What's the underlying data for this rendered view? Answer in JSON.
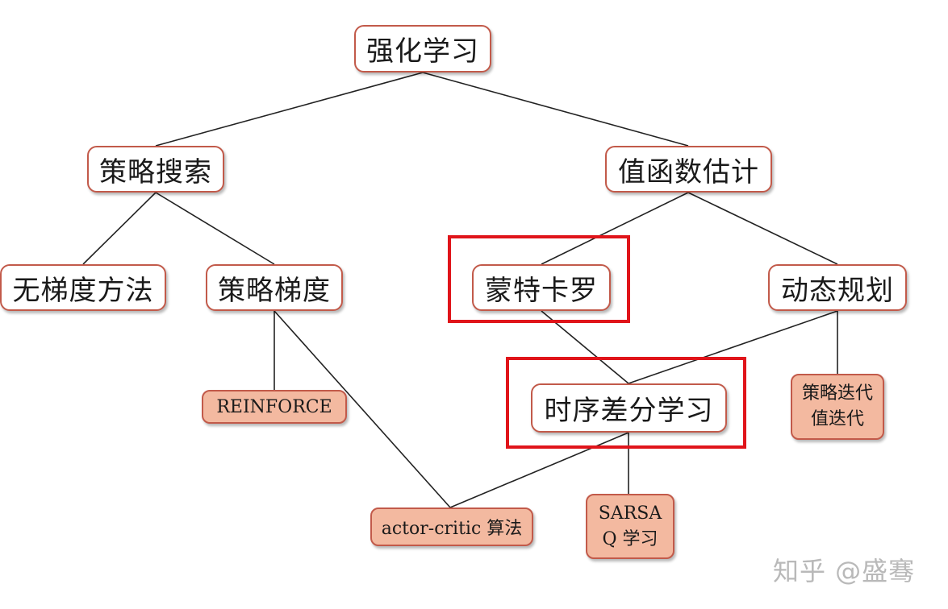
{
  "diagram": {
    "root": "强化学习",
    "policy_search": "策略搜索",
    "value_estimation": "值函数估计",
    "gradient_free": "无梯度方法",
    "policy_gradient": "策略梯度",
    "monte_carlo": "蒙特卡罗",
    "dynamic_programming": "动态规划",
    "reinforce": "REINFORCE",
    "policy_value_iteration": [
      "策略迭代",
      "值迭代"
    ],
    "temporal_difference": "时序差分学习",
    "actor_critic": "actor-critic 算法",
    "sarsa_q": [
      "SARSA",
      "Q 学习"
    ]
  },
  "colors": {
    "node_border": "#c25a4a",
    "leaf_fill": "#f3b9a0",
    "highlight": "#e0141a",
    "edge": "#222222"
  },
  "watermark": "知乎 @盛骞"
}
